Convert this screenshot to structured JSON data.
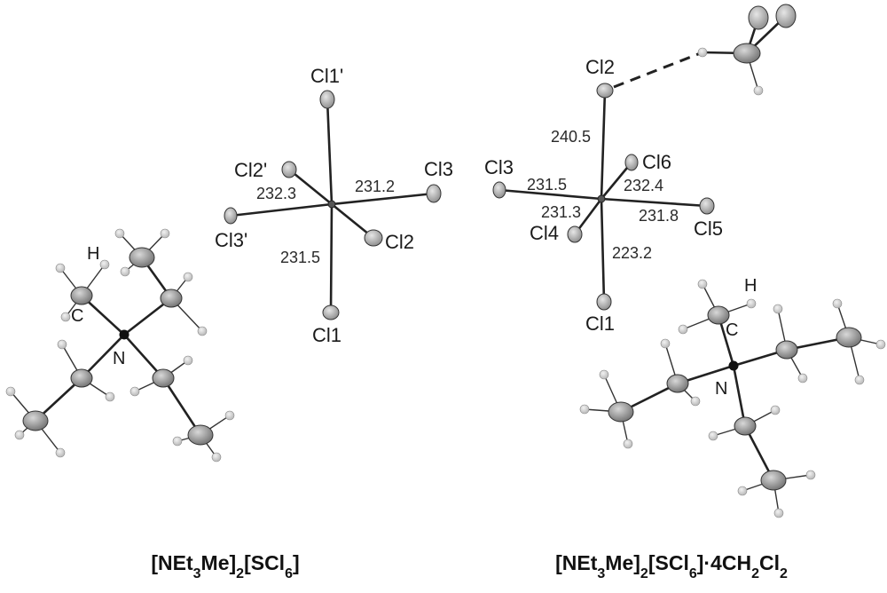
{
  "left_anion": {
    "labels": {
      "cl1p": "Cl1'",
      "cl2p": "Cl2'",
      "cl3": "Cl3",
      "cl3p": "Cl3'",
      "cl2": "Cl2",
      "cl1": "Cl1"
    },
    "bond_lengths": {
      "b1": "232.3",
      "b2": "231.2",
      "b3": "231.5"
    }
  },
  "left_cation": {
    "labels": {
      "h": "H",
      "c": "C",
      "n": "N"
    }
  },
  "right_anion": {
    "labels": {
      "cl2": "Cl2",
      "cl3": "Cl3",
      "cl6": "Cl6",
      "cl4": "Cl4",
      "cl5": "Cl5",
      "cl1": "Cl1"
    },
    "bond_lengths": {
      "b_240_5": "240.5",
      "b_231_5": "231.5",
      "b_232_4": "232.4",
      "b_231_3": "231.3",
      "b_231_8": "231.8",
      "b_223_2": "223.2"
    }
  },
  "right_cation": {
    "labels": {
      "h": "H",
      "c": "C",
      "n": "N"
    }
  },
  "captions": {
    "left": {
      "p1": "[NEt",
      "s1": "3",
      "p2": "Me]",
      "s2": "2",
      "p3": "[SCl",
      "s3": "6",
      "p4": "]"
    },
    "right": {
      "p1": "[NEt",
      "s1": "3",
      "p2": "Me]",
      "s2": "2",
      "p3": "[SCl",
      "s3": "6",
      "p4": "]·4CH",
      "s4": "2",
      "p5": "Cl",
      "s5": "2"
    }
  }
}
